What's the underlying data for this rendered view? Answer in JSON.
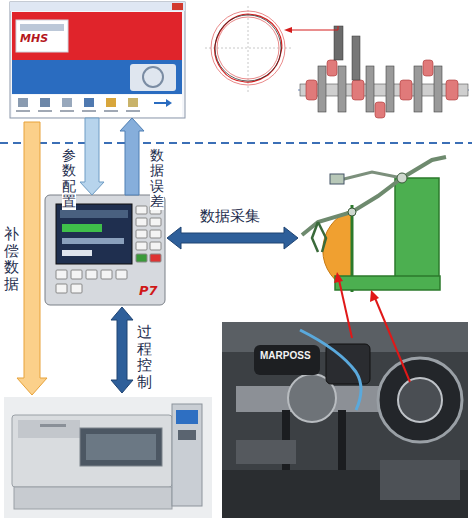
{
  "diagram": {
    "nodes": [
      {
        "text": [
          "MHS"
        ]
      },
      {
        "text": [
          "P7"
        ]
      },
      {
        "text": [
          "MARPOSS"
        ]
      }
    ],
    "edges": [
      {
        "from": 0,
        "to": 1,
        "arrow": "to",
        "label": "参数配置"
      },
      {
        "from": 1,
        "to": 0,
        "arrow": "to",
        "label": "数据误差"
      }
    ],
    "labels": [
      "补偿数据",
      "过程控制",
      "数据采集"
    ]
  }
}
